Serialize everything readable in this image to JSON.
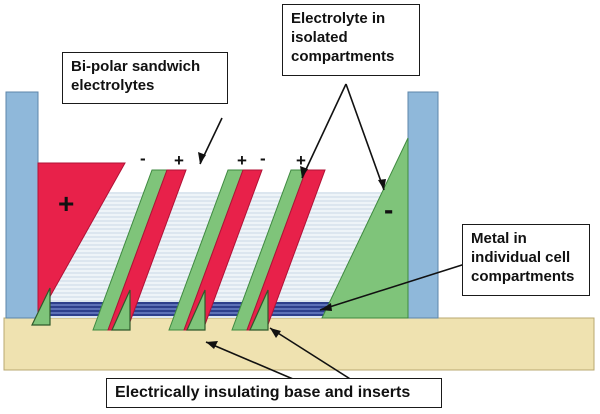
{
  "labels": {
    "bipolar": "Bi-polar sandwich electrolytes",
    "isolated": "Electrolyte in isolated compartments",
    "metal": "Metal in individual cell compartments",
    "base": "Electrically insulating base and inserts"
  },
  "signs": {
    "anode": "+",
    "cathode": "-",
    "plus": "+",
    "minus": "-"
  },
  "colors": {
    "electrode_positive": "#e8214a",
    "electrode_negative": "#7fc47a",
    "wall": "#8fb8da",
    "base": "#efe2b0",
    "electrolyte": "#e4eef5",
    "metal": "#3a4f9a"
  }
}
